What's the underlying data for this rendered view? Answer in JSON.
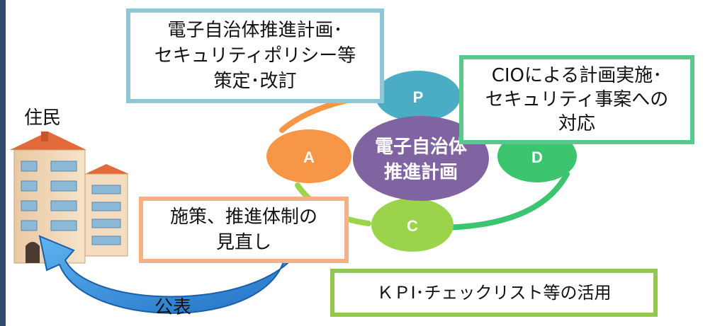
{
  "boxes": {
    "plan": [
      "電子自治体推進計画･",
      "セキュリティポリシー等",
      "策定･改訂"
    ],
    "do": [
      "CIOによる計画実施･",
      "セキュリティ事案への",
      "対応"
    ],
    "act": [
      "施策、推進体制の",
      "見直し"
    ],
    "check": "ＫＰI･チェックリスト等の活用"
  },
  "cycle": {
    "center_lines": [
      "電子自治体",
      "推進計画"
    ],
    "p": "P",
    "d": "D",
    "c": "C",
    "a": "A"
  },
  "labels": {
    "residents": "住民",
    "publish": "公表"
  },
  "colors": {
    "p": "#4bacc6",
    "d": "#3cc46e",
    "c": "#9bd44a",
    "a": "#f79646",
    "center": "#8064a2",
    "arrow": "#3a8fd8"
  }
}
